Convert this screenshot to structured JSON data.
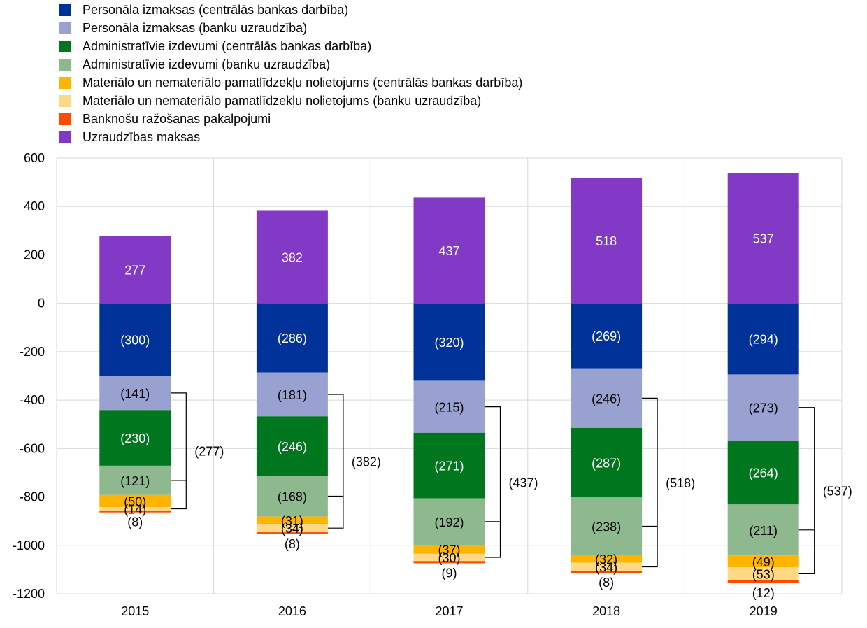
{
  "legend": [
    {
      "label": "Personāla izmaksas (centrālās bankas darbība)",
      "color": "#003299"
    },
    {
      "label": "Personāla izmaksas (banku uzraudzība)",
      "color": "#98A1D0"
    },
    {
      "label": "Administratīvie izdevumi (centrālās bankas darbība)",
      "color": "#00771E"
    },
    {
      "label": "Administratīvie izdevumi (banku uzraudzība)",
      "color": "#8EB98E"
    },
    {
      "label": "Materiālo un nemateriālo pamatlīdzekļu nolietojums (centrālās bankas darbība)",
      "color": "#FFB400"
    },
    {
      "label": "Materiālo un nemateriālo pamatlīdzekļu nolietojums (banku uzraudzība)",
      "color": "#FFD886"
    },
    {
      "label": "Banknošu ražošanas pakalpojumi",
      "color": "#FF4B00"
    },
    {
      "label": "Uzraudzības maksas",
      "color": "#8139C6"
    }
  ],
  "chart_data": {
    "type": "bar",
    "stacked": true,
    "categories": [
      "2015",
      "2016",
      "2017",
      "2018",
      "2019"
    ],
    "ylim": [
      -1200,
      600
    ],
    "yticks": [
      600,
      400,
      200,
      0,
      -200,
      -400,
      -600,
      -800,
      -1000,
      -1200
    ],
    "ytick_labels": [
      "600",
      "400",
      "200",
      "0",
      "-200",
      "-400",
      "-600",
      "-800",
      "-1000",
      "-1200"
    ],
    "grid": true,
    "legend_position": "top-left",
    "series": [
      {
        "name": "Personāla izmaksas (centrālās bankas darbība)",
        "color": "#003299",
        "values": [
          -300,
          -286,
          -320,
          -269,
          -294
        ],
        "labels": [
          "(300)",
          "(286)",
          "(320)",
          "(269)",
          "(294)"
        ],
        "label_color": "#ffffff"
      },
      {
        "name": "Personāla izmaksas (banku uzraudzība)",
        "color": "#98A1D0",
        "values": [
          -141,
          -181,
          -215,
          -246,
          -273
        ],
        "labels": [
          "(141)",
          "(181)",
          "(215)",
          "(246)",
          "(273)"
        ],
        "label_color": "#000000"
      },
      {
        "name": "Administratīvie izdevumi (centrālās bankas darbība)",
        "color": "#00771E",
        "values": [
          -230,
          -246,
          -271,
          -287,
          -264
        ],
        "labels": [
          "(230)",
          "(246)",
          "(271)",
          "(287)",
          "(264)"
        ],
        "label_color": "#ffffff"
      },
      {
        "name": "Administratīvie izdevumi (banku uzraudzība)",
        "color": "#8EB98E",
        "values": [
          -121,
          -168,
          -192,
          -238,
          -211
        ],
        "labels": [
          "(121)",
          "(168)",
          "(192)",
          "(238)",
          "(211)"
        ],
        "label_color": "#000000"
      },
      {
        "name": "Materiālo un nemateriālo pamatlīdzekļu nolietojums (centrālās bankas darbība)",
        "color": "#FFB400",
        "values": [
          -50,
          -31,
          -37,
          -32,
          -49
        ],
        "labels": [
          "(50)",
          "(31)",
          "(37)",
          "(32)",
          "(49)"
        ],
        "label_color": "#000000"
      },
      {
        "name": "Materiālo un nemateriālo pamatlīdzekļu nolietojums (banku uzraudzība)",
        "color": "#FFD886",
        "values": [
          -14,
          -34,
          -30,
          -34,
          -53
        ],
        "labels": [
          "(14)",
          "(34)",
          "(30)",
          "(34)",
          "(53)"
        ],
        "label_color": "#000000"
      },
      {
        "name": "Banknošu ražošanas pakalpojumi",
        "color": "#FF4B00",
        "values": [
          -8,
          -8,
          -9,
          -8,
          -12
        ],
        "labels": [
          "(8)",
          "(8)",
          "(9)",
          "(8)",
          "(12)"
        ],
        "label_color": "#000000"
      },
      {
        "name": "Uzraudzības maksas",
        "color": "#8139C6",
        "values": [
          277,
          382,
          437,
          518,
          537
        ],
        "labels": [
          "277",
          "382",
          "437",
          "518",
          "537"
        ],
        "label_color": "#ffffff"
      }
    ],
    "bracket_totals": {
      "values": [
        -277,
        -382,
        -437,
        -518,
        -537
      ],
      "labels": [
        "(277)",
        "(382)",
        "(437)",
        "(518)",
        "(537)"
      ]
    }
  }
}
